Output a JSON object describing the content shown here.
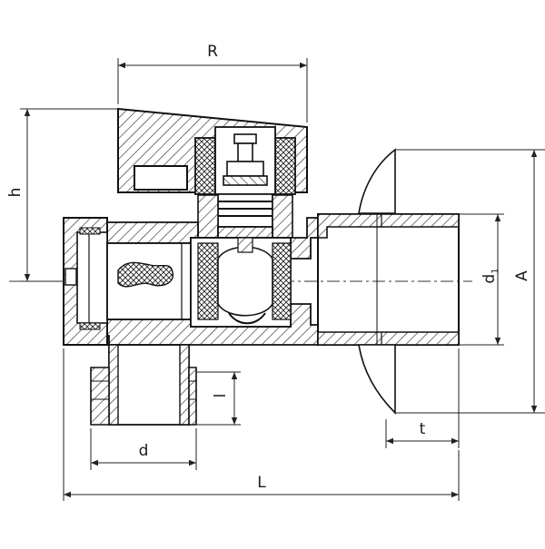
{
  "drawing": {
    "dimensions": {
      "R": "R",
      "h": "h",
      "A": "A",
      "d1_base": "d",
      "d1_sub": "1",
      "l": "l",
      "d": "d",
      "t": "t",
      "L": "L"
    }
  }
}
